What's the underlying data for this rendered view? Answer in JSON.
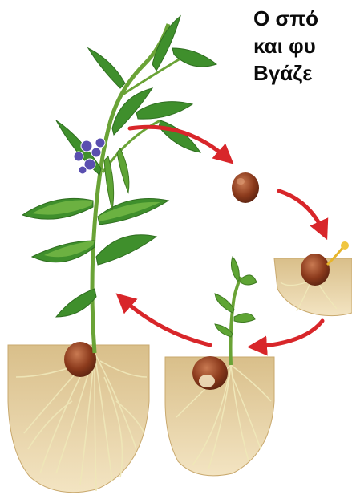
{
  "caption": {
    "lines": [
      "Ο σπό",
      "και φυ",
      "Βγάζε"
    ]
  },
  "stages": [
    {
      "id": "mature-plant",
      "icon": "flowering-plant-with-roots"
    },
    {
      "id": "seed",
      "icon": "bean-seed"
    },
    {
      "id": "germinating-seed",
      "icon": "germinating-seed-in-soil"
    },
    {
      "id": "seedling",
      "icon": "seedling-in-soil"
    }
  ],
  "colors": {
    "arrow": "#d8262a",
    "leaf": "#3f8f2c",
    "leaf_light": "#7fc04a",
    "stem": "#6aa336",
    "flower": "#5a4fb0",
    "seed": "#8b3a1c",
    "soil": "#e9d3a6",
    "root": "#e8e3b0"
  }
}
